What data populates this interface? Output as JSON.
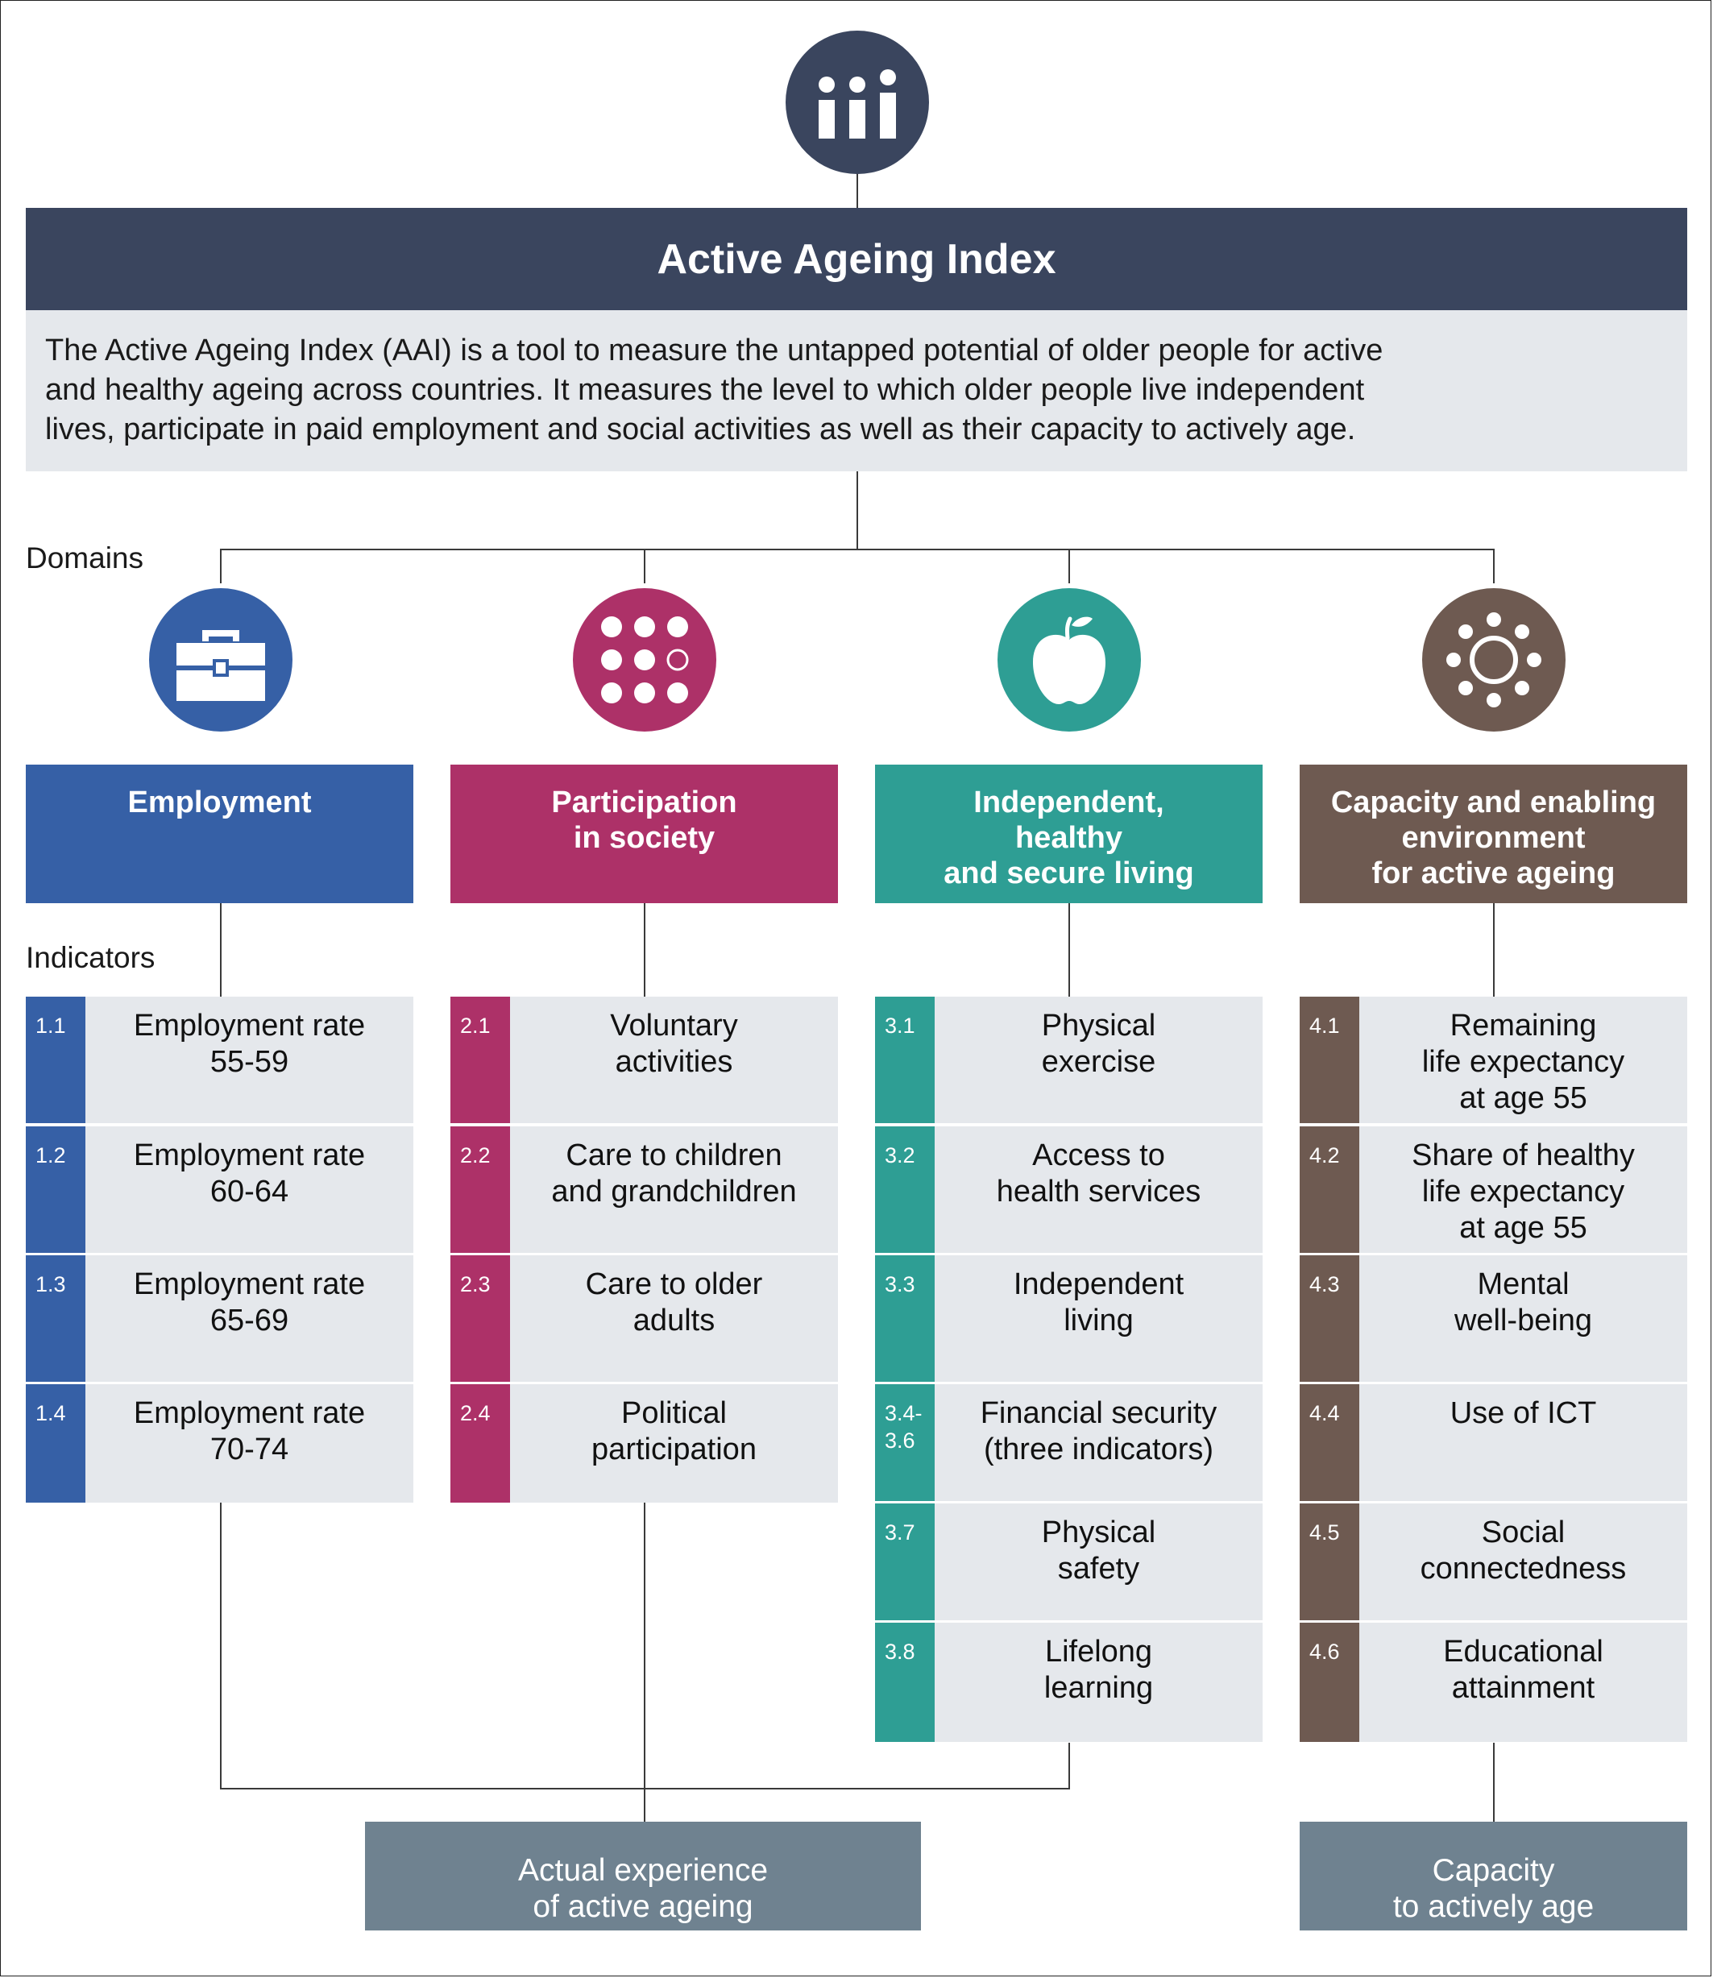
{
  "title": "Active Ageing Index",
  "description_lines": [
    "The Active Ageing Index (AAI) is a tool to measure the untapped potential of older people for active",
    "and healthy ageing across countries. It measures the level to which older people live independent",
    "lives, participate in paid employment and social activities as well as their capacity to actively age."
  ],
  "labels": {
    "domains": "Domains",
    "indicators": "Indicators"
  },
  "icons": {
    "top": "bar-chart-people-icon",
    "employment": "briefcase-icon",
    "participation": "dots-grid-icon",
    "independent": "apple-icon",
    "capacity": "sun-circle-icon"
  },
  "colors": {
    "header": "#3a455e",
    "employment": "#3660a6",
    "participation": "#ad3168",
    "independent": "#2e9e94",
    "capacity": "#6e5a51",
    "outcome": "#6f8290",
    "panel": "#e5e8ec"
  },
  "domains": [
    {
      "name_lines": [
        "Employment"
      ],
      "indicators": [
        {
          "num_lines": [
            "1.1"
          ],
          "text_lines": [
            "Employment rate",
            "55-59"
          ]
        },
        {
          "num_lines": [
            "1.2"
          ],
          "text_lines": [
            "Employment rate",
            "60-64"
          ]
        },
        {
          "num_lines": [
            "1.3"
          ],
          "text_lines": [
            "Employment rate",
            "65-69"
          ]
        },
        {
          "num_lines": [
            "1.4"
          ],
          "text_lines": [
            "Employment rate",
            "70-74"
          ]
        }
      ]
    },
    {
      "name_lines": [
        "Participation",
        "in society"
      ],
      "indicators": [
        {
          "num_lines": [
            "2.1"
          ],
          "text_lines": [
            "Voluntary",
            "activities"
          ]
        },
        {
          "num_lines": [
            "2.2"
          ],
          "text_lines": [
            "Care to children",
            "and grandchildren"
          ]
        },
        {
          "num_lines": [
            "2.3"
          ],
          "text_lines": [
            "Care to older",
            "adults"
          ]
        },
        {
          "num_lines": [
            "2.4"
          ],
          "text_lines": [
            "Political",
            "participation"
          ]
        }
      ]
    },
    {
      "name_lines": [
        "Independent,",
        "healthy",
        "and secure living"
      ],
      "indicators": [
        {
          "num_lines": [
            "3.1"
          ],
          "text_lines": [
            "Physical",
            "exercise"
          ]
        },
        {
          "num_lines": [
            "3.2"
          ],
          "text_lines": [
            "Access to",
            "health services"
          ]
        },
        {
          "num_lines": [
            "3.3"
          ],
          "text_lines": [
            "Independent",
            "living"
          ]
        },
        {
          "num_lines": [
            "3.4-",
            "3.6"
          ],
          "text_lines": [
            "Financial security",
            "(three indicators)"
          ]
        },
        {
          "num_lines": [
            "3.7"
          ],
          "text_lines": [
            "Physical",
            "safety"
          ]
        },
        {
          "num_lines": [
            "3.8"
          ],
          "text_lines": [
            "Lifelong",
            "learning"
          ]
        }
      ]
    },
    {
      "name_lines": [
        "Capacity and enabling",
        "environment",
        "for active ageing"
      ],
      "indicators": [
        {
          "num_lines": [
            "4.1"
          ],
          "text_lines": [
            "Remaining",
            "life expectancy",
            "at age 55"
          ]
        },
        {
          "num_lines": [
            "4.2"
          ],
          "text_lines": [
            "Share of healthy",
            "life expectancy",
            "at age 55"
          ]
        },
        {
          "num_lines": [
            "4.3"
          ],
          "text_lines": [
            "Mental",
            "well-being"
          ]
        },
        {
          "num_lines": [
            "4.4"
          ],
          "text_lines": [
            "Use of ICT"
          ]
        },
        {
          "num_lines": [
            "4.5"
          ],
          "text_lines": [
            "Social",
            "connectedness"
          ]
        },
        {
          "num_lines": [
            "4.6"
          ],
          "text_lines": [
            "Educational",
            "attainment"
          ]
        }
      ]
    }
  ],
  "outcomes": {
    "actual": [
      "Actual experience",
      "of active ageing"
    ],
    "capacity": [
      "Capacity",
      "to actively age"
    ]
  }
}
